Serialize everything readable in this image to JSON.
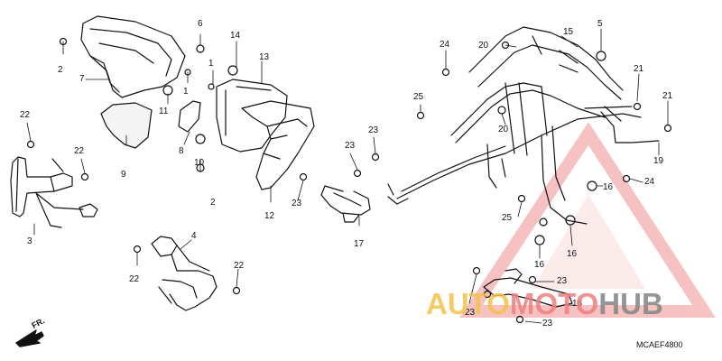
{
  "callouts": [
    {
      "id": "c1",
      "text": "1"
    },
    {
      "id": "c2",
      "text": "1"
    },
    {
      "id": "c3",
      "text": "2"
    },
    {
      "id": "c4",
      "text": "2"
    },
    {
      "id": "c5",
      "text": "3"
    },
    {
      "id": "c6",
      "text": "4"
    },
    {
      "id": "c7",
      "text": "5"
    },
    {
      "id": "c8",
      "text": "6"
    },
    {
      "id": "c9",
      "text": "7"
    },
    {
      "id": "c10",
      "text": "8"
    },
    {
      "id": "c11",
      "text": "9"
    },
    {
      "id": "c12",
      "text": "10"
    },
    {
      "id": "c13",
      "text": "11"
    },
    {
      "id": "c14",
      "text": "12"
    },
    {
      "id": "c15",
      "text": "13"
    },
    {
      "id": "c16",
      "text": "14"
    },
    {
      "id": "c17",
      "text": "15"
    },
    {
      "id": "c18",
      "text": "16"
    },
    {
      "id": "c19",
      "text": "16"
    },
    {
      "id": "c20",
      "text": "16"
    },
    {
      "id": "c21",
      "text": "17"
    },
    {
      "id": "c22",
      "text": "18"
    },
    {
      "id": "c23",
      "text": "19"
    },
    {
      "id": "c24",
      "text": "20"
    },
    {
      "id": "c25",
      "text": "20"
    },
    {
      "id": "c26",
      "text": "21"
    },
    {
      "id": "c27",
      "text": "21"
    },
    {
      "id": "c28",
      "text": "22"
    },
    {
      "id": "c29",
      "text": "22"
    },
    {
      "id": "c30",
      "text": "22"
    },
    {
      "id": "c31",
      "text": "22"
    },
    {
      "id": "c32",
      "text": "23"
    },
    {
      "id": "c33",
      "text": "23"
    },
    {
      "id": "c34",
      "text": "23"
    },
    {
      "id": "c35",
      "text": "23"
    },
    {
      "id": "c36",
      "text": "23"
    },
    {
      "id": "c37",
      "text": "23"
    },
    {
      "id": "c38",
      "text": "24"
    },
    {
      "id": "c39",
      "text": "24"
    },
    {
      "id": "c40",
      "text": "25"
    },
    {
      "id": "c41",
      "text": "25"
    }
  ],
  "diagram_code": "MCAEF4800",
  "front_indicator": "FR.",
  "watermark": {
    "part1": "AUTO",
    "part2": "MOTO",
    "part3": "HUB",
    "colors": {
      "part1": "#f5c24c",
      "part2": "#ef8080",
      "part3": "#8a8a8a"
    }
  }
}
